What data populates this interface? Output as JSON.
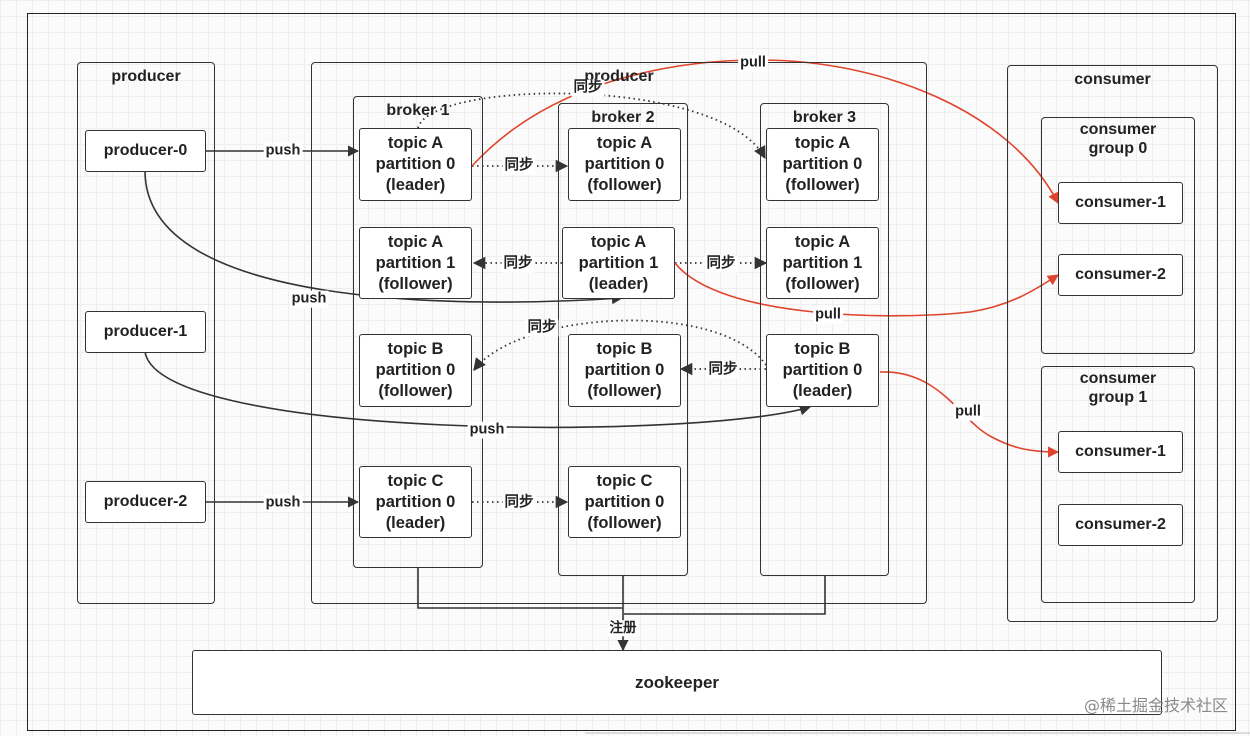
{
  "diagram": {
    "panels": {
      "producers": "producer",
      "cluster": "producer",
      "consumers": "consumer",
      "broker1": "broker 1",
      "broker2": "broker 2",
      "broker3": "broker 3",
      "group0": "consumer group 0",
      "group1": "consumer group 1"
    },
    "producers": [
      "producer-0",
      "producer-1",
      "producer-2"
    ],
    "partitions": {
      "b1_tA_p0": [
        "topic A",
        "partition 0",
        "(leader)"
      ],
      "b1_tA_p1": [
        "topic A",
        "partition 1",
        "(follower)"
      ],
      "b1_tB_p0": [
        "topic B",
        "partition 0",
        "(follower)"
      ],
      "b1_tC_p0": [
        "topic C",
        "partition 0",
        "(leader)"
      ],
      "b2_tA_p0": [
        "topic A",
        "partition 0",
        "(follower)"
      ],
      "b2_tA_p1": [
        "topic A",
        "partition 1",
        "(leader)"
      ],
      "b2_tB_p0": [
        "topic B",
        "partition 0",
        "(follower)"
      ],
      "b2_tC_p0": [
        "topic C",
        "partition 0",
        "(follower)"
      ],
      "b3_tA_p0": [
        "topic A",
        "partition 0",
        "(follower)"
      ],
      "b3_tA_p1": [
        "topic A",
        "partition 1",
        "(follower)"
      ],
      "b3_tB_p0": [
        "topic B",
        "partition 0",
        "(leader)"
      ]
    },
    "consumers": {
      "g0": [
        "consumer-1",
        "consumer-2"
      ],
      "g1": [
        "consumer-1",
        "consumer-2"
      ]
    },
    "zookeeper": "zookeeper",
    "edge_labels": {
      "push": "push",
      "pull": "pull",
      "sync": "同步",
      "register": "注册"
    },
    "watermark": "@稀土掘金技术社区",
    "colors": {
      "line": "#333333",
      "pull": "#e0442c"
    }
  }
}
